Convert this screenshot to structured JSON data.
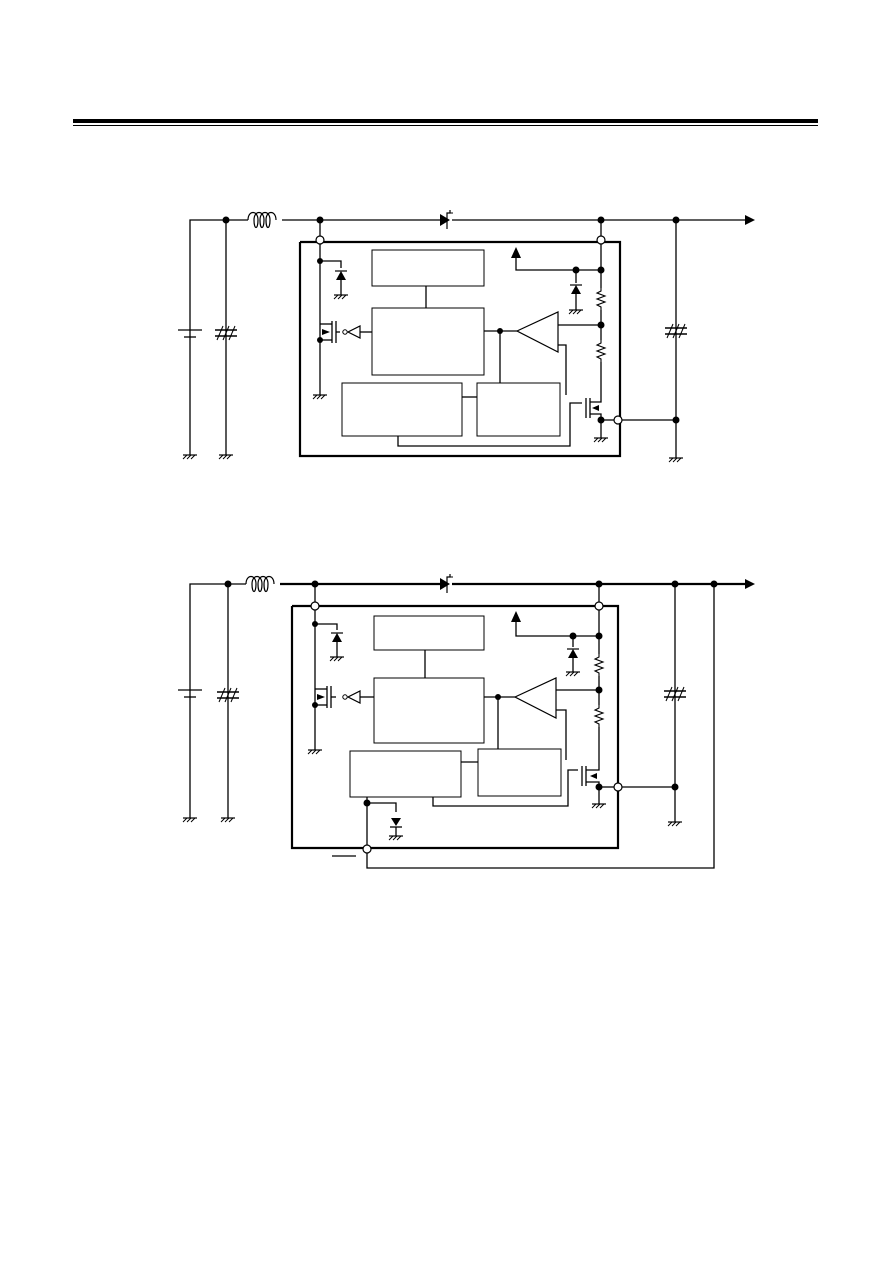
{
  "page": {
    "header_rule": "double-line",
    "diagrams": [
      {
        "name": "circuit-1",
        "blocks": 5,
        "external_pins": 3
      },
      {
        "name": "circuit-2",
        "blocks": 5,
        "external_pins": 4
      }
    ],
    "colors": {
      "ink": "#000000",
      "paper": "#ffffff"
    }
  }
}
